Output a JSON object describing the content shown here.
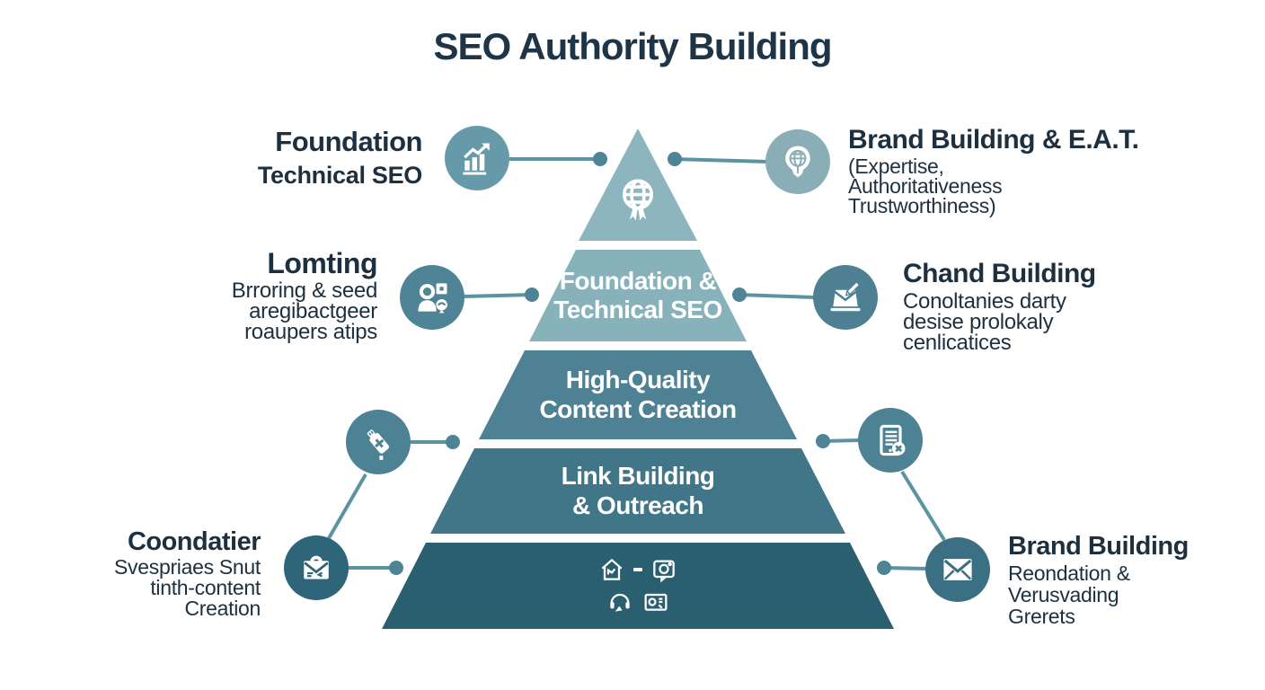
{
  "title": "SEO Authority Building",
  "colors": {
    "title_text": "#1e3547",
    "label_text": "#1d3040",
    "accent_line": "#5b93a3",
    "tier_1": "#8cb5bd",
    "tier_2": "#87b2ba",
    "tier_3": "#4e8193",
    "tier_4": "#417689",
    "tier_5": "#2a5f70",
    "tier_text": "#ffffff"
  },
  "pyramid": {
    "tiers": [
      {
        "name": "apex",
        "icon": "globe-award-icon"
      },
      {
        "name": "foundation-technical-seo",
        "lines": [
          "Foundation &",
          "Technical SEO"
        ]
      },
      {
        "name": "high-quality-content-creation",
        "lines": [
          "High-Quality",
          "Content Creation"
        ]
      },
      {
        "name": "link-building-outreach",
        "lines": [
          "Link Building",
          "& Outreach"
        ]
      },
      {
        "name": "base",
        "icons": [
          "house-icon",
          "camera-icon",
          "headset-icon",
          "video-screen-icon"
        ]
      }
    ]
  },
  "callouts": {
    "left": [
      {
        "icon": "growth-chart-icon",
        "heading": "Foundation",
        "lines": [
          "Technical SEO"
        ]
      },
      {
        "icon": "person-badge-icon",
        "heading": "Lomting",
        "lines": [
          "Brroring & seed",
          "aregibactgeer",
          "roaupers atips"
        ]
      },
      {
        "icon": "briefcase-mail-icon",
        "heading": "Coondatier",
        "lines": [
          "Svespriaes Snut",
          "tinth-content",
          "Creation"
        ]
      }
    ],
    "right": [
      {
        "icon": "lightbulb-globe-icon",
        "heading": "Brand Building & E.A.T.",
        "lines": [
          "(Expertise,",
          "Authoritativeness",
          "Trustworthiness)"
        ]
      },
      {
        "icon": "laptop-mail-icon",
        "heading": "Chand Building",
        "lines": [
          "Conoltanies darty",
          "desise prolokaly",
          "cenlicatices"
        ]
      },
      {
        "icon": "envelope-icon",
        "heading": "Brand Building",
        "lines": [
          "Reondation &",
          "Verusvading",
          "Grerets"
        ]
      }
    ]
  }
}
